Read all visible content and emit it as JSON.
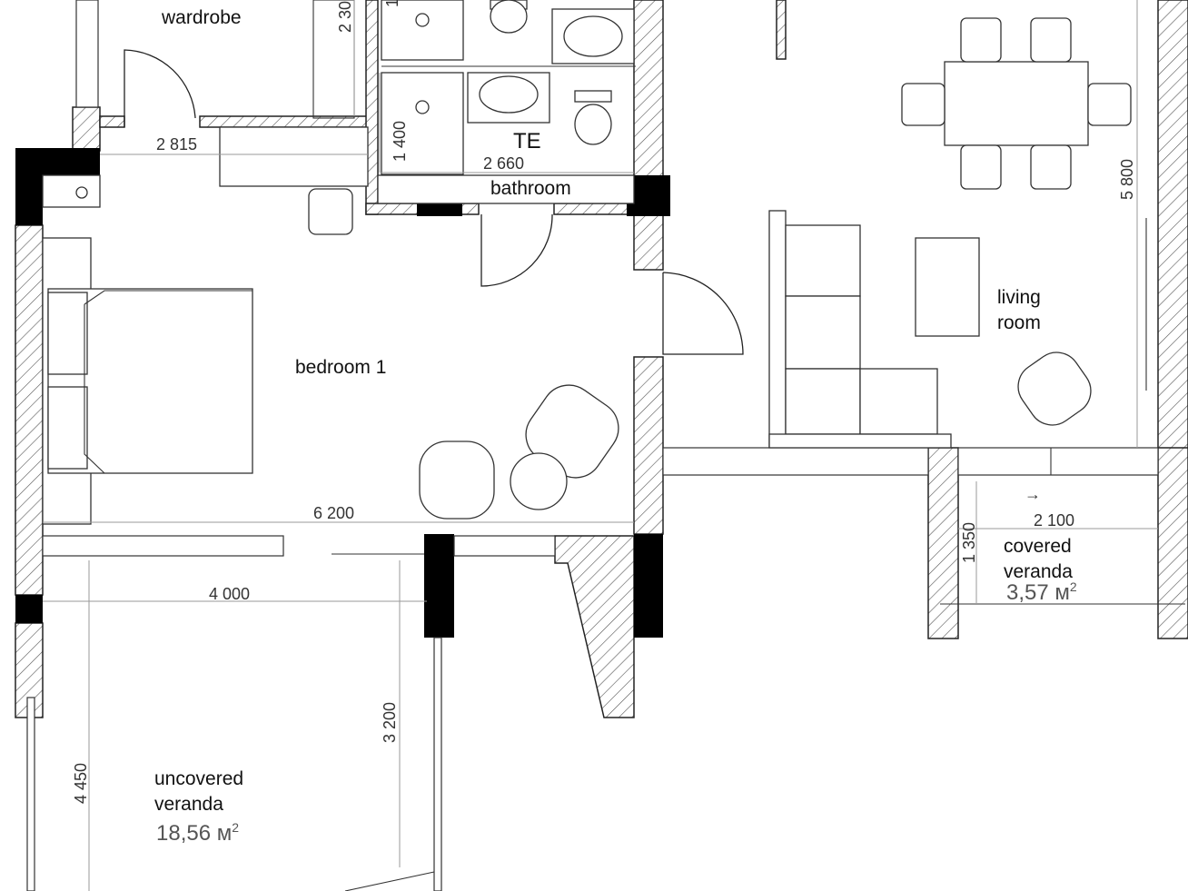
{
  "rooms": {
    "wardrobe": "wardrobe",
    "te": "TE",
    "bathroom": "bathroom",
    "bedroom": "bedroom 1",
    "living_line1": "living",
    "living_line2": "room",
    "covered_line1": "covered",
    "covered_line2": "veranda",
    "covered_area": "3,57 м",
    "uncovered_line1": "uncovered",
    "uncovered_line2": "veranda",
    "uncovered_area": "18,56 м",
    "area_exponent": "2"
  },
  "dimensions": {
    "d2815": "2 815",
    "d2660": "2 660",
    "d1400": "1 400",
    "d2300": "2 30",
    "d1": "1",
    "d5800": "5 800",
    "d6200": "6 200",
    "d4000": "4 000",
    "d3200": "3 200",
    "d4450": "4 450",
    "d2100": "2 100",
    "d1350": "1 350"
  },
  "symbols": {
    "arrow": "→"
  }
}
